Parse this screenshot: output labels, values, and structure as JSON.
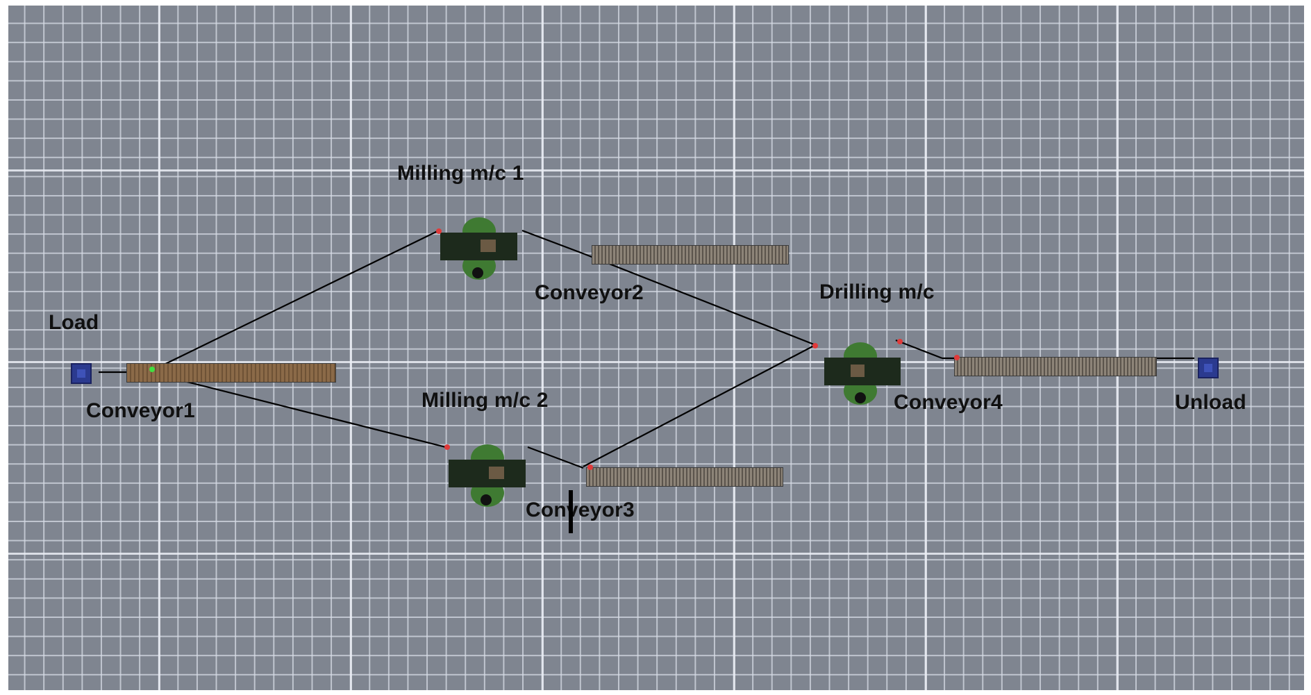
{
  "model": {
    "labels": {
      "load": "Load",
      "conveyor1": "Conveyor1",
      "milling1": "Milling m/c 1",
      "milling2": "Milling m/c 2",
      "conveyor2": "Conveyor2",
      "conveyor3": "Conveyor3",
      "drilling": "Drilling m/c",
      "conveyor4": "Conveyor4",
      "unload": "Unload"
    }
  },
  "colors": {
    "grid_background": "#7f8590",
    "source_sink": "#2b3a8f",
    "machine_body": "#1d2a1c",
    "machine_accent": "#3f7a32",
    "connection_line": "#000000"
  },
  "icons": {
    "source": "source-box-icon",
    "sink": "sink-box-icon",
    "machine": "machine-icon",
    "conveyor": "conveyor-icon"
  }
}
